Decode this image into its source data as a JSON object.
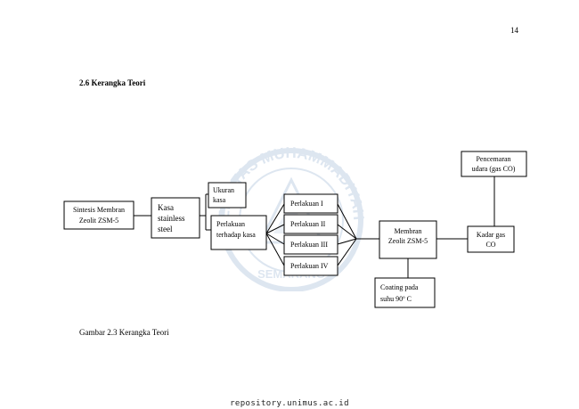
{
  "page_number": "14",
  "section_title": "2.6 Kerangka Teori",
  "diagram": {
    "nodes": {
      "sintesis": [
        "Sintesis Membran",
        "Zeolit ZSM-5"
      ],
      "kasa": [
        "Kasa",
        "stainless",
        "steel"
      ],
      "ukuran": [
        "Ukuran",
        "kasa"
      ],
      "perlakuan": [
        "Perlakuan",
        "terhadap kasa"
      ],
      "p1": "Perlakuan I",
      "p2": "Perlakuan II",
      "p3": "Perlakuan III",
      "p4": "Perlakuan IV",
      "membran": [
        "Membran",
        "Zeolit ZSM-5"
      ],
      "coating_line1": "Coating  pada",
      "coating_line2_prefix": "suhu 90",
      "coating_line2_sup": "o",
      "coating_line2_suffix": " C",
      "kadar": [
        "Kadar gas",
        "CO"
      ],
      "pencemaran": [
        "Pencemaran",
        "udara (gas CO)"
      ]
    }
  },
  "caption": "Gambar 2.3 Kerangka Teori",
  "footer": "repository.unimus.ac.id",
  "watermark": {
    "top_text": "ERSITAS MUHAMMADIYAH",
    "bottom_text": "SEMARANG",
    "color": "#6a8fc0"
  }
}
